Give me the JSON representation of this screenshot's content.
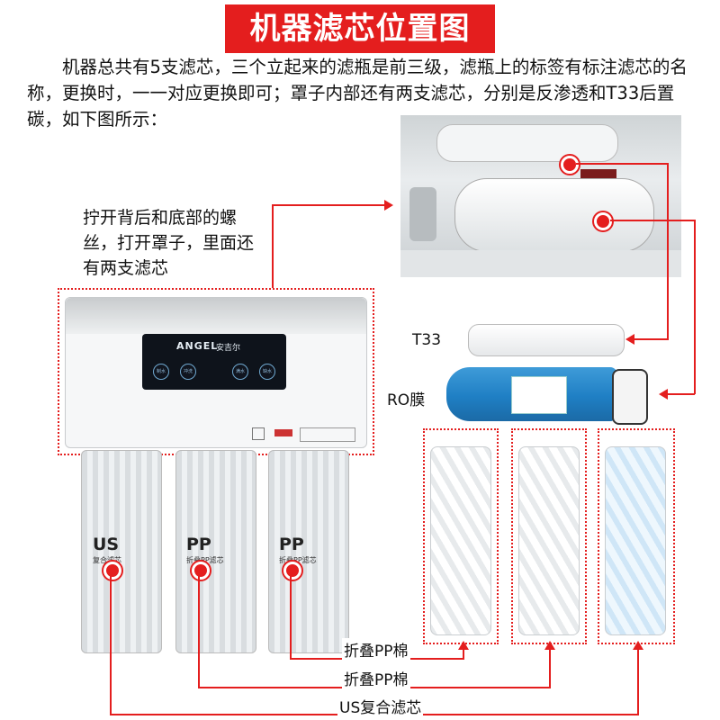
{
  "title": "机器滤芯位置图",
  "intro": "机器总共有5支滤芯，三个立起来的滤瓶是前三级，滤瓶上的标签有标注滤芯的名称，更换时，一一对应更换即可；罩子内部还有两支滤芯，分别是反渗透和T33后置碳，如下图所示：",
  "note": "拧开背后和底部的螺丝，打开罩子，里面还有两支滤芯",
  "labels": {
    "t33": "T33",
    "ro": "RO膜",
    "pp1": "折叠PP棉",
    "pp2": "折叠PP棉",
    "us": "US复合滤芯"
  },
  "device": {
    "brand": "ANGEL",
    "brand_cn": "安吉尔",
    "panel_buttons": [
      "制水",
      "冲洗",
      "满水",
      "缺水"
    ],
    "canisters": [
      {
        "big": "US",
        "small": "复合滤芯"
      },
      {
        "big": "PP",
        "small": "折叠PP滤芯"
      },
      {
        "big": "PP",
        "small": "折叠PP滤芯"
      }
    ]
  },
  "colors": {
    "accent": "#e41e1e",
    "membrane": "#1f7fc4"
  }
}
